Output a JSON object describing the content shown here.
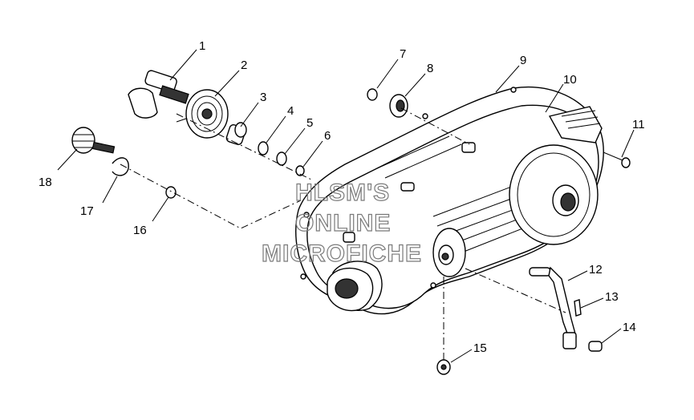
{
  "watermark": {
    "line1": "HLSM'S",
    "line2": "ONLINE",
    "line3": "MICROFICHE"
  },
  "callouts": [
    "1",
    "2",
    "3",
    "4",
    "5",
    "6",
    "7",
    "8",
    "9",
    "10",
    "11",
    "12",
    "13",
    "14",
    "15",
    "16",
    "17",
    "18"
  ],
  "colors": {
    "ink": "#000000",
    "paper": "#ffffff",
    "watermark_stroke": "#7a7a7a"
  }
}
